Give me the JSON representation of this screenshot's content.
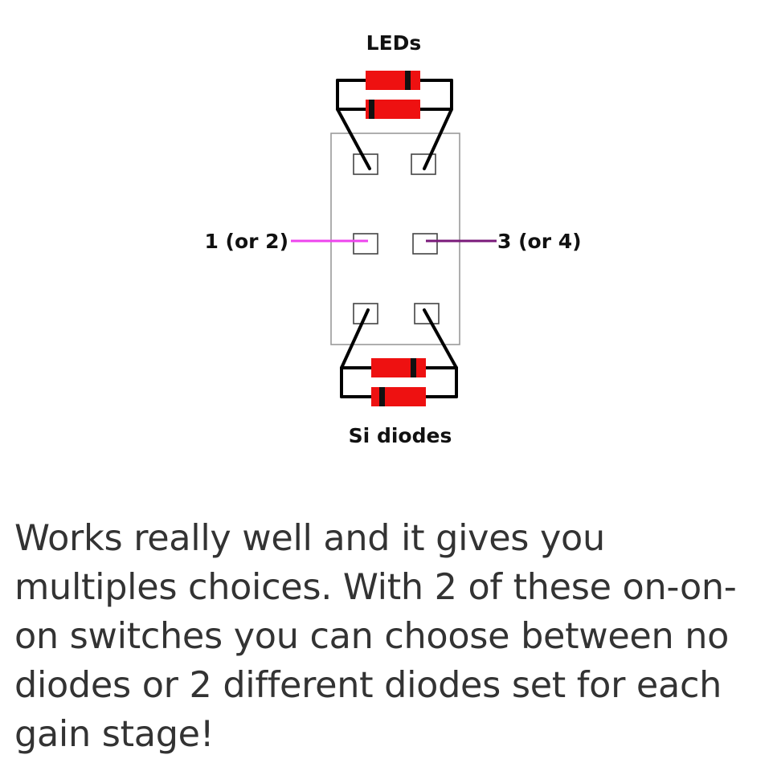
{
  "diagram": {
    "labels": {
      "top": "LEDs",
      "bottom": "Si diodes",
      "left": "1 (or 2)",
      "right": "3 (or 4)"
    },
    "colors": {
      "component_body": "#ee1111",
      "cathode_band": "#111111",
      "lead": "#000000",
      "left_wire": "#ee44ee",
      "right_wire": "#7a1a7a",
      "switch_outline": "#9a9a9a"
    }
  },
  "caption": {
    "text": "Works really well and it gives you multiples choices. With 2 of these on-on-on switches you can choose between no diodes or 2 different diodes set for each gain stage!"
  }
}
